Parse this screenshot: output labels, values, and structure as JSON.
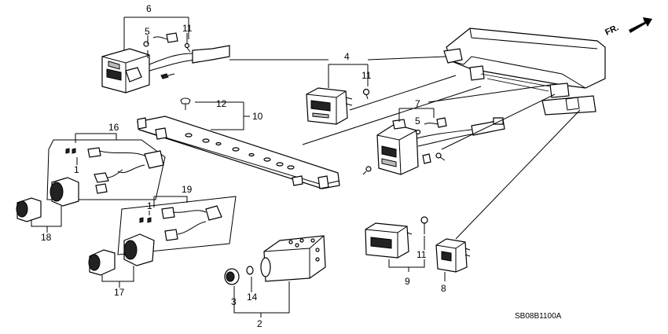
{
  "callouts": {
    "c1a": "1",
    "c1b": "1",
    "c2": "2",
    "c3": "3",
    "c4": "4",
    "c5a": "5",
    "c5b": "5",
    "c6": "6",
    "c7": "7",
    "c8": "8",
    "c9": "9",
    "c10": "10",
    "c11a": "11",
    "c11b": "11",
    "c11c": "11",
    "c12": "12",
    "c14": "14",
    "c16": "16",
    "c17": "17",
    "c18": "18",
    "c19": "19"
  },
  "direction_label": "FR.",
  "diagram_code": "SB08B1100A"
}
